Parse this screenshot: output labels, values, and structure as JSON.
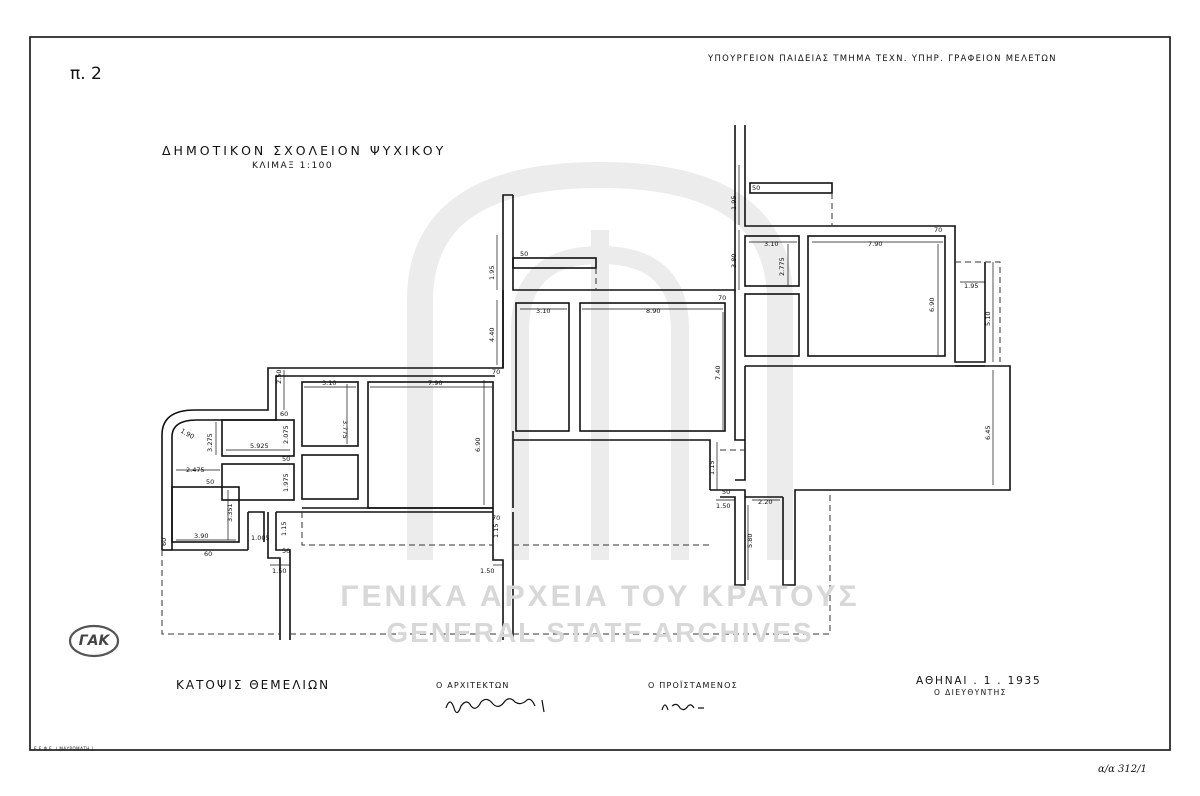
{
  "sheet": {
    "number": "π. 2",
    "ministry_header": "ΥΠΟΥΡΓΕΙΟΝ ΠΑΙΔΕΙΑΣ ΤΜΗΜΑ ΤΕΧΝ. ΥΠΗΡ. ΓΡΑΦΕΙΟΝ ΜΕΛΕΤΩΝ",
    "title": "ΔΗΜΟΤΙΚΟΝ ΣΧΟΛΕΙΟΝ ΨΥΧΙΚΟΥ",
    "scale": "ΚΛΙΜΑΞ 1:100",
    "view": "ΚΑΤΟΨΙΣ ΘΕΜΕΛΙΩΝ",
    "place_date": "ΑΘΗΝΑΙ . 1 . 1935",
    "printer_mark": "Ε.Ε.Φ.Ε. ( ΜΑΥΡΟΜΑΤΗ )",
    "archive_ref": "α/α 312/1"
  },
  "signatures": {
    "architect_label": "Ο ΑΡΧΙΤΕΚΤΩΝ",
    "head_label": "Ο ΠΡΟΪΣΤΑΜΕΝΟΣ",
    "director_label": "Ο ΔΙΕΥΘΥΝΤΗΣ",
    "architect_sig": "Μιχ. Καραγ",
    "head_sig": "Κ. Μιλ."
  },
  "watermark": {
    "greek": "ΓΕΝΙΚΑ ΑΡΧΕΙΑ ΤΟΥ ΚΡΑΤΟΥΣ",
    "english": "GENERAL STATE ARCHIVES",
    "stamp": "ΓΑΚ"
  },
  "colors": {
    "ink": "#111111",
    "watermark": "#d8d8d8",
    "paper": "#ffffff"
  },
  "dimensions": {
    "d_790_left": "7.90",
    "d_310_left": "3.10",
    "d_3775": "3.775",
    "d_250_left": "2.50",
    "d_60_a": "60",
    "d_2075": "2.075",
    "d_5925": "5.925",
    "d_50_a": "50",
    "d_1975": "1.975",
    "d_2475": "2.475",
    "d_3275": "3.275",
    "d_190": "1.90",
    "d_3351": "3.351",
    "d_390": "3.90",
    "d_60_b": "60",
    "d_60_c": "60",
    "d_50_b": "50",
    "d_1005": "1.005",
    "d_115_a": "1.15",
    "d_150_a": "1.50",
    "d_50_c": "50",
    "d_690_left": "6.90",
    "d_70_a": "70",
    "d_115_b": "1.15",
    "d_150_b": "1.50",
    "d_440": "4.40",
    "d_70_b": "70",
    "d_195_a": "1.95",
    "d_50_d": "50",
    "d_310_mid": "3.10",
    "d_890": "8.90",
    "d_740": "7.40",
    "d_70_c": "70",
    "d_380": "3.80",
    "d_195_b": "1.95",
    "d_50_e": "50",
    "d_310_right": "3.10",
    "d_2775": "2.775",
    "d_790_right": "7.90",
    "d_690_right": "6.90",
    "d_70_d": "70",
    "d_195_c": "1.95",
    "d_510": "5.10",
    "d_645": "6.45",
    "d_115_c": "1.15",
    "d_150_c": "1.50",
    "d_220": "2.20",
    "d_580": "5.80",
    "d_50_f": "50"
  }
}
